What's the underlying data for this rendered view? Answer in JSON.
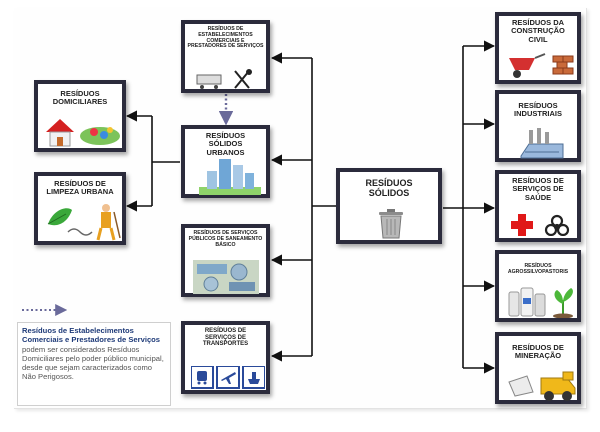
{
  "center": {
    "title": "RESÍDUOS SÓLIDOS",
    "icon": "trash-can-icon"
  },
  "urbanos": {
    "title": "RESÍDUOS SÓLIDOS URBANOS",
    "icon": "city-buildings-icon"
  },
  "estabelecimentos": {
    "title": "RESÍDUOS DE ESTABELECIMENTOS COMERCIAIS E PRESTADORES DE SERVIÇOS",
    "icon": "cutlery-cart-icon"
  },
  "saneamento": {
    "title": "RESÍDUOS DE SERVIÇOS PÚBLICOS DE SANEAMENTO BÁSICO",
    "icon": "treatment-plant-icon"
  },
  "transportes": {
    "title": "RESÍDUOS DE SERVIÇOS DE TRANSPORTES",
    "icons": [
      "bus-icon",
      "airplane-icon",
      "ship-icon"
    ]
  },
  "domiciliares": {
    "title": "RESÍDUOS DOMICILIARES",
    "icon": "house-icon"
  },
  "limpeza": {
    "title": "RESÍDUOS DE LIMPEZA URBANA",
    "icon": "leaf-sweeper-icon"
  },
  "construcao": {
    "title": "RESÍDUOS DA CONSTRUÇÃO CIVIL",
    "icon": "wheelbarrow-bricks-icon"
  },
  "industriais": {
    "title": "RESÍDUOS INDUSTRIAIS",
    "icon": "factory-icon"
  },
  "saude": {
    "title": "RESÍDUOS DE SERVIÇOS DE SAÚDE",
    "icons": [
      "red-cross-icon",
      "biohazard-icon"
    ]
  },
  "agro": {
    "title": "RESÍDUOS AGROSSILVOPASTORIS",
    "icon": "bottles-sprout-icon"
  },
  "mineracao": {
    "title": "RESÍDUOS DE MINERAÇÃO",
    "icon": "mining-truck-icon"
  },
  "note": {
    "bold": "Resíduos de Estabelecimentos Comerciais e Prestadores de Serviços",
    "rest": " podem ser considerados Resíduos Domiciliares pelo poder público municipal, desde que sejam caracterizados como Não Perigosos."
  },
  "colors": {
    "border": "#2b2b3c",
    "arrow": "#111111",
    "dotted": "#6a6a9a",
    "note_bold": "#1e3a78"
  }
}
